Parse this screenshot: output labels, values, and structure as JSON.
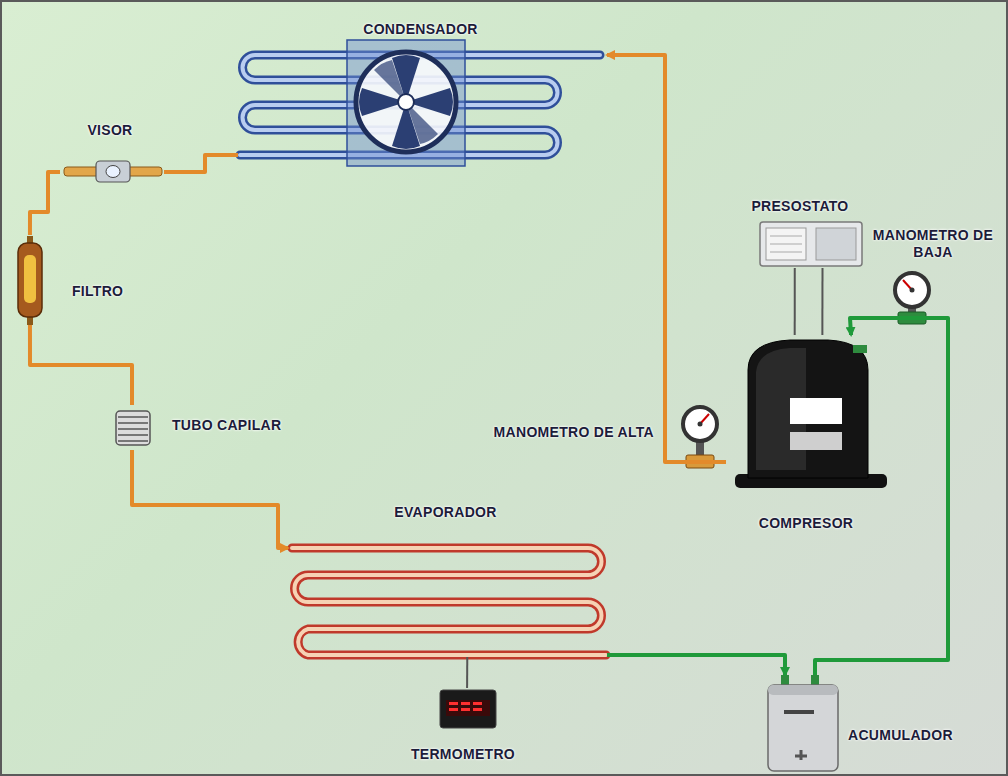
{
  "diagram": {
    "nodes": [
      {
        "text": [
          "CONDENSADOR"
        ]
      },
      {
        "text": [
          "VISOR"
        ]
      },
      {
        "text": [
          "FILTRO"
        ]
      },
      {
        "text": [
          "PRESOSTATO"
        ]
      },
      {
        "text": [
          "MANOMETRO DE BAJA"
        ]
      },
      {
        "text": [
          "TUBO CAPILAR"
        ]
      },
      {
        "text": [
          "MANOMETRO DE ALTA"
        ]
      },
      {
        "text": [
          "COMPRESOR"
        ]
      },
      {
        "text": [
          "EVAPORADOR"
        ]
      },
      {
        "text": [
          "TERMOMETRO"
        ]
      },
      {
        "text": [
          "ACUMULADOR"
        ]
      }
    ],
    "edges": [
      {
        "from": 7,
        "to": 0,
        "arrow": "to"
      },
      {
        "from": 0,
        "to": 1,
        "arrow": "none"
      },
      {
        "from": 1,
        "to": 2,
        "arrow": "none"
      },
      {
        "from": 2,
        "to": 5,
        "arrow": "none"
      },
      {
        "from": 5,
        "to": 8,
        "arrow": "to"
      },
      {
        "from": 8,
        "to": 10,
        "arrow": "to"
      },
      {
        "from": 10,
        "to": 7,
        "arrow": "to"
      },
      {
        "from": 8,
        "to": 9,
        "arrow": "none"
      },
      {
        "from": 3,
        "to": 7,
        "arrow": "none"
      },
      {
        "from": 3,
        "to": 7,
        "arrow": "none"
      }
    ]
  }
}
